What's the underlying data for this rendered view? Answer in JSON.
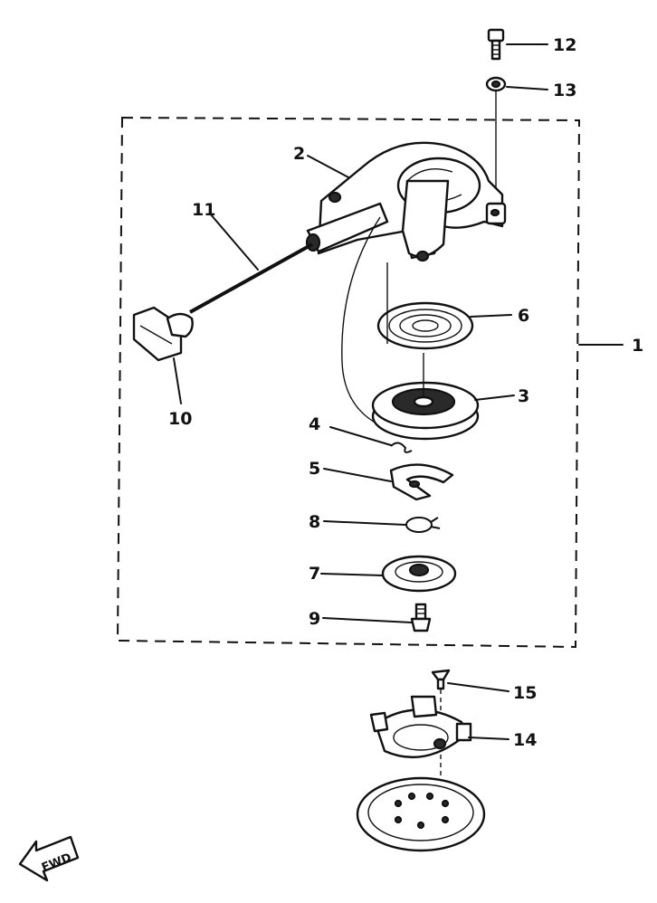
{
  "parts": {
    "p1": "1",
    "p2": "2",
    "p3": "3",
    "p4": "4",
    "p5": "5",
    "p6": "6",
    "p7": "7",
    "p8": "8",
    "p9": "9",
    "p10": "10",
    "p11": "11",
    "p12": "12",
    "p13": "13",
    "p14": "14",
    "p15": "15"
  },
  "direction_mark": "FWD"
}
